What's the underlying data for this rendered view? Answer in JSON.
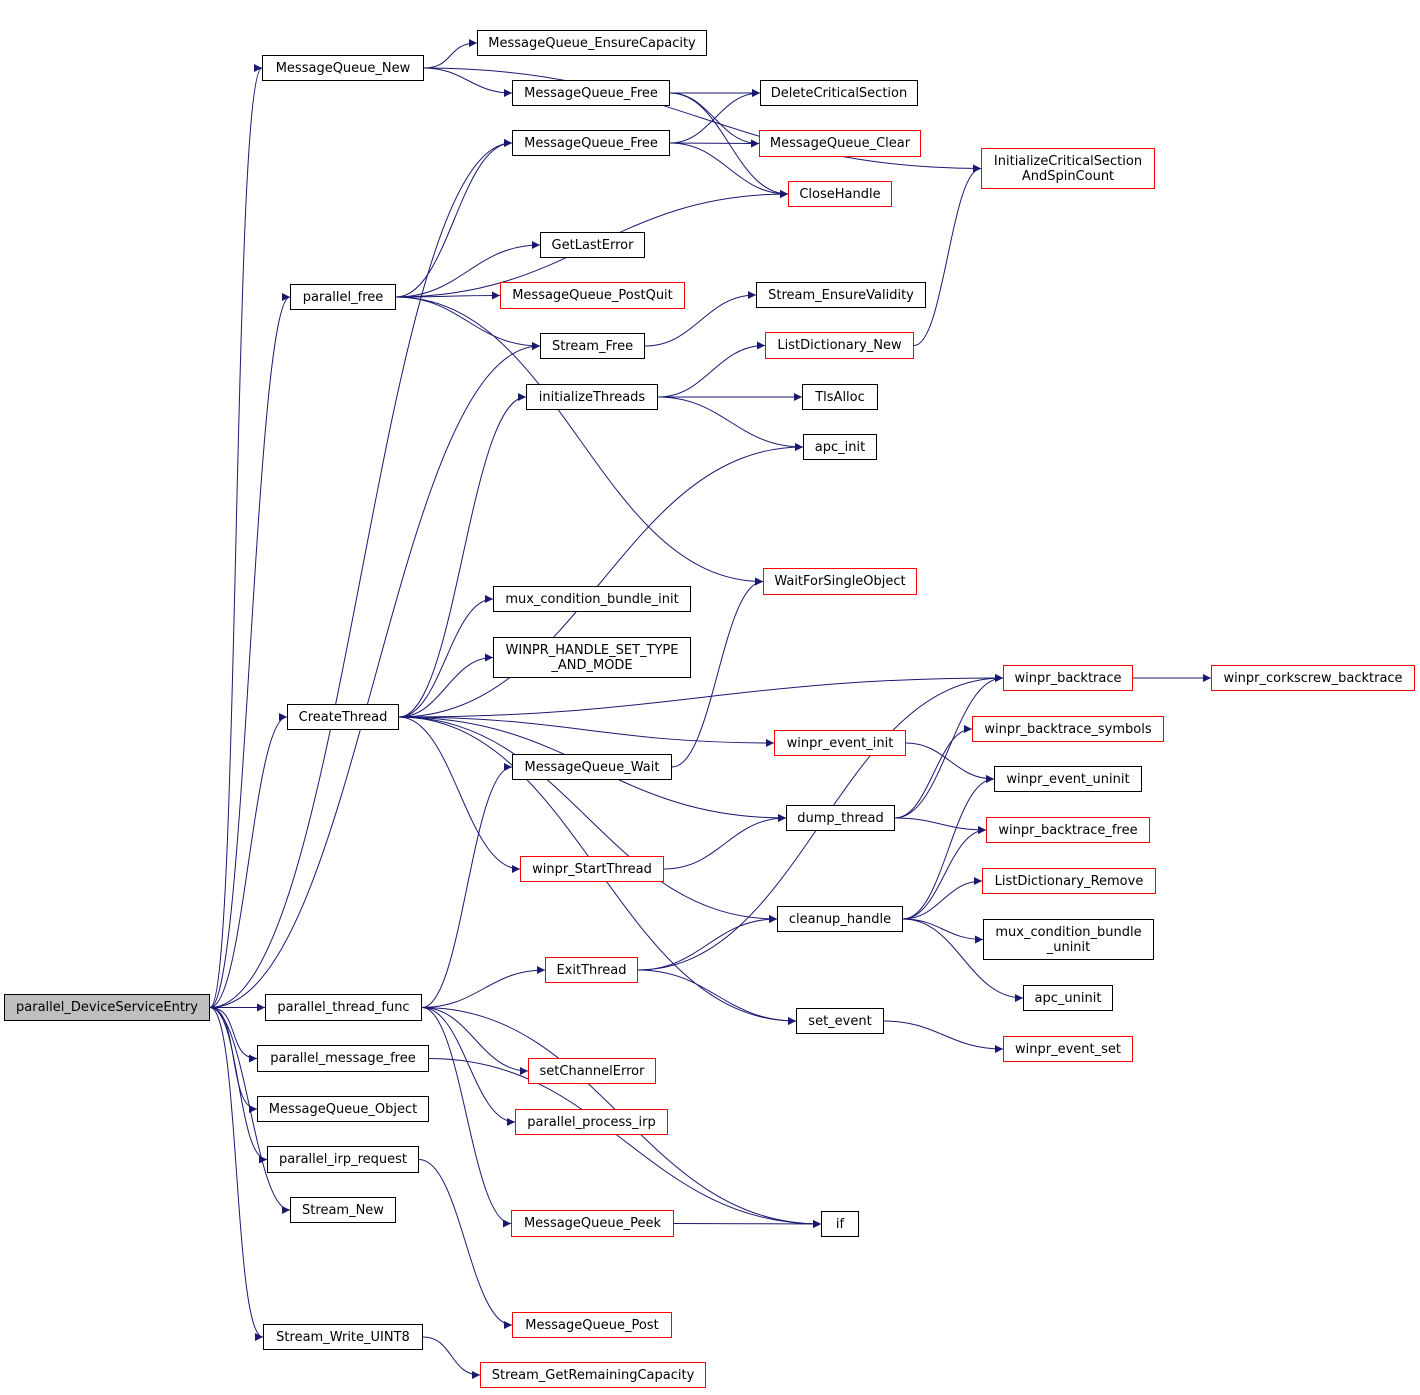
{
  "nodes": [
    {
      "id": "root",
      "label": "parallel_DeviceServiceEntry",
      "border": "black",
      "root": true
    },
    {
      "id": "mq_new",
      "label": "MessageQueue_New",
      "border": "black"
    },
    {
      "id": "mq_ensure",
      "label": "MessageQueue_EnsureCapacity",
      "border": "black"
    },
    {
      "id": "mq_free1",
      "label": "MessageQueue_Free",
      "border": "black"
    },
    {
      "id": "mq_free2",
      "label": "MessageQueue_Free",
      "border": "black"
    },
    {
      "id": "delcs",
      "label": "DeleteCriticalSection",
      "border": "black"
    },
    {
      "id": "mq_clear",
      "label": "MessageQueue_Clear",
      "border": "red"
    },
    {
      "id": "closeh",
      "label": "CloseHandle",
      "border": "red"
    },
    {
      "id": "initcs",
      "label": "InitializeCriticalSection\nAndSpinCount",
      "border": "red"
    },
    {
      "id": "getlast",
      "label": "GetLastError",
      "border": "black"
    },
    {
      "id": "pfree",
      "label": "parallel_free",
      "border": "black"
    },
    {
      "id": "postquit",
      "label": "MessageQueue_PostQuit",
      "border": "red"
    },
    {
      "id": "s_ensure",
      "label": "Stream_EnsureValidity",
      "border": "black"
    },
    {
      "id": "s_free",
      "label": "Stream_Free",
      "border": "black"
    },
    {
      "id": "ld_new",
      "label": "ListDictionary_New",
      "border": "red"
    },
    {
      "id": "initthreads",
      "label": "initializeThreads",
      "border": "black"
    },
    {
      "id": "tls",
      "label": "TlsAlloc",
      "border": "black"
    },
    {
      "id": "apcinit",
      "label": "apc_init",
      "border": "black"
    },
    {
      "id": "wfso",
      "label": "WaitForSingleObject",
      "border": "red"
    },
    {
      "id": "mux_init",
      "label": "mux_condition_bundle_init",
      "border": "black"
    },
    {
      "id": "whst",
      "label": "WINPR_HANDLE_SET_TYPE\n_AND_MODE",
      "border": "black"
    },
    {
      "id": "bt",
      "label": "winpr_backtrace",
      "border": "red"
    },
    {
      "id": "cork",
      "label": "winpr_corkscrew_backtrace",
      "border": "red"
    },
    {
      "id": "createthread",
      "label": "CreateThread",
      "border": "black"
    },
    {
      "id": "bt_sym",
      "label": "winpr_backtrace_symbols",
      "border": "red"
    },
    {
      "id": "ev_init",
      "label": "winpr_event_init",
      "border": "red"
    },
    {
      "id": "mq_wait",
      "label": "MessageQueue_Wait",
      "border": "black"
    },
    {
      "id": "ev_uninit",
      "label": "winpr_event_uninit",
      "border": "black"
    },
    {
      "id": "dump",
      "label": "dump_thread",
      "border": "black"
    },
    {
      "id": "bt_free",
      "label": "winpr_backtrace_free",
      "border": "red"
    },
    {
      "id": "startthread",
      "label": "winpr_StartThread",
      "border": "red"
    },
    {
      "id": "ld_remove",
      "label": "ListDictionary_Remove",
      "border": "red"
    },
    {
      "id": "cleanup",
      "label": "cleanup_handle",
      "border": "black"
    },
    {
      "id": "mux_uninit",
      "label": "mux_condition_bundle\n_uninit",
      "border": "black"
    },
    {
      "id": "exitthread",
      "label": "ExitThread",
      "border": "red"
    },
    {
      "id": "apcuninit",
      "label": "apc_uninit",
      "border": "black"
    },
    {
      "id": "pthread",
      "label": "parallel_thread_func",
      "border": "black"
    },
    {
      "id": "setevent",
      "label": "set_event",
      "border": "black"
    },
    {
      "id": "evset",
      "label": "winpr_event_set",
      "border": "red"
    },
    {
      "id": "pmfree",
      "label": "parallel_message_free",
      "border": "black"
    },
    {
      "id": "setch",
      "label": "setChannelError",
      "border": "red"
    },
    {
      "id": "mqobj",
      "label": "MessageQueue_Object",
      "border": "black"
    },
    {
      "id": "pproc",
      "label": "parallel_process_irp",
      "border": "red"
    },
    {
      "id": "pirp",
      "label": "parallel_irp_request",
      "border": "black"
    },
    {
      "id": "snew",
      "label": "Stream_New",
      "border": "black"
    },
    {
      "id": "mqpeek",
      "label": "MessageQueue_Peek",
      "border": "red"
    },
    {
      "id": "if",
      "label": "if",
      "border": "black"
    },
    {
      "id": "mqpost",
      "label": "MessageQueue_Post",
      "border": "red"
    },
    {
      "id": "swrite",
      "label": "Stream_Write_UINT8",
      "border": "black"
    },
    {
      "id": "sgetrem",
      "label": "Stream_GetRemainingCapacity",
      "border": "red"
    }
  ],
  "edges": [
    [
      "root",
      "mq_new"
    ],
    [
      "root",
      "mq_free2"
    ],
    [
      "root",
      "pfree"
    ],
    [
      "root",
      "s_free"
    ],
    [
      "root",
      "createthread"
    ],
    [
      "root",
      "pthread"
    ],
    [
      "root",
      "pmfree"
    ],
    [
      "root",
      "mqobj"
    ],
    [
      "root",
      "pirp"
    ],
    [
      "root",
      "snew"
    ],
    [
      "root",
      "swrite"
    ],
    [
      "mq_new",
      "mq_ensure"
    ],
    [
      "mq_new",
      "mq_free1"
    ],
    [
      "mq_new",
      "initcs"
    ],
    [
      "mq_free1",
      "delcs"
    ],
    [
      "mq_free1",
      "mq_clear"
    ],
    [
      "mq_free1",
      "closeh"
    ],
    [
      "mq_free2",
      "delcs"
    ],
    [
      "mq_free2",
      "mq_clear"
    ],
    [
      "mq_free2",
      "closeh"
    ],
    [
      "pfree",
      "mq_free2"
    ],
    [
      "pfree",
      "closeh"
    ],
    [
      "pfree",
      "getlast"
    ],
    [
      "pfree",
      "postquit"
    ],
    [
      "pfree",
      "s_free"
    ],
    [
      "pfree",
      "wfso"
    ],
    [
      "s_free",
      "s_ensure"
    ],
    [
      "ld_new",
      "initcs"
    ],
    [
      "initthreads",
      "ld_new"
    ],
    [
      "initthreads",
      "tls"
    ],
    [
      "initthreads",
      "apcinit"
    ],
    [
      "createthread",
      "initthreads"
    ],
    [
      "createthread",
      "apcinit"
    ],
    [
      "createthread",
      "bt"
    ],
    [
      "createthread",
      "mux_init"
    ],
    [
      "createthread",
      "whst"
    ],
    [
      "createthread",
      "ev_init"
    ],
    [
      "createthread",
      "dump"
    ],
    [
      "createthread",
      "startthread"
    ],
    [
      "createthread",
      "cleanup"
    ],
    [
      "createthread",
      "setevent"
    ],
    [
      "mq_wait",
      "wfso"
    ],
    [
      "bt",
      "cork"
    ],
    [
      "ev_init",
      "ev_uninit"
    ],
    [
      "dump",
      "bt"
    ],
    [
      "dump",
      "bt_sym"
    ],
    [
      "dump",
      "bt_free"
    ],
    [
      "startthread",
      "dump"
    ],
    [
      "cleanup",
      "ev_uninit"
    ],
    [
      "cleanup",
      "bt_free"
    ],
    [
      "cleanup",
      "ld_remove"
    ],
    [
      "cleanup",
      "mux_uninit"
    ],
    [
      "cleanup",
      "apcuninit"
    ],
    [
      "exitthread",
      "bt"
    ],
    [
      "exitthread",
      "cleanup"
    ],
    [
      "exitthread",
      "setevent"
    ],
    [
      "setevent",
      "evset"
    ],
    [
      "pthread",
      "mq_wait"
    ],
    [
      "pthread",
      "exitthread"
    ],
    [
      "pthread",
      "setch"
    ],
    [
      "pthread",
      "pproc"
    ],
    [
      "pthread",
      "if"
    ],
    [
      "pthread",
      "mqpeek"
    ],
    [
      "mqpeek",
      "if"
    ],
    [
      "pmfree",
      "if"
    ],
    [
      "pirp",
      "mqpost"
    ],
    [
      "swrite",
      "sgetrem"
    ]
  ],
  "colors": {
    "edge": "#191970",
    "black_border": "#000000",
    "red_border": "#ff0000",
    "root_fill": "#bfbfbf"
  }
}
